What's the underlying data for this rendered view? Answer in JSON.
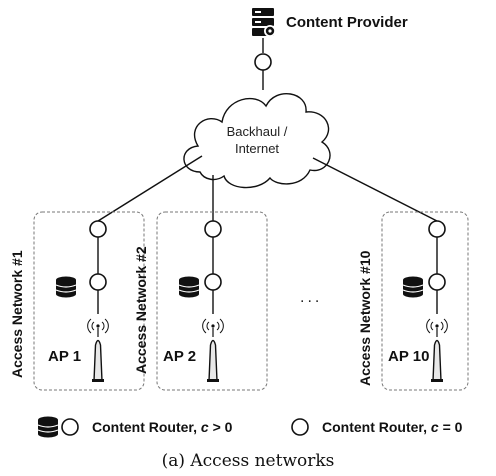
{
  "diagram": {
    "provider_label": "Content Provider",
    "cloud_line1": "Backhaul /",
    "cloud_line2": "Internet",
    "networks": [
      {
        "name": "Access Network #1",
        "ap": "AP 1"
      },
      {
        "name": "Access Network #2",
        "ap": "AP 2"
      },
      {
        "name": "Access Network #10",
        "ap": "AP 10"
      }
    ],
    "ellipsis": "...",
    "legend": {
      "cache_text": "Content Router, ",
      "cache_var": "c",
      "cache_cond": " > 0",
      "nocache_text": "Content Router, ",
      "nocache_var": "c",
      "nocache_cond": " = 0"
    },
    "caption": "(a) Access networks"
  },
  "colors": {
    "ink": "#111111",
    "dashed_box": "#777777",
    "cloud_fill": "#ffffff"
  },
  "icons": {
    "provider": "server-gear-icon",
    "cache": "database-icon",
    "ap": "wireless-antenna-icon"
  }
}
